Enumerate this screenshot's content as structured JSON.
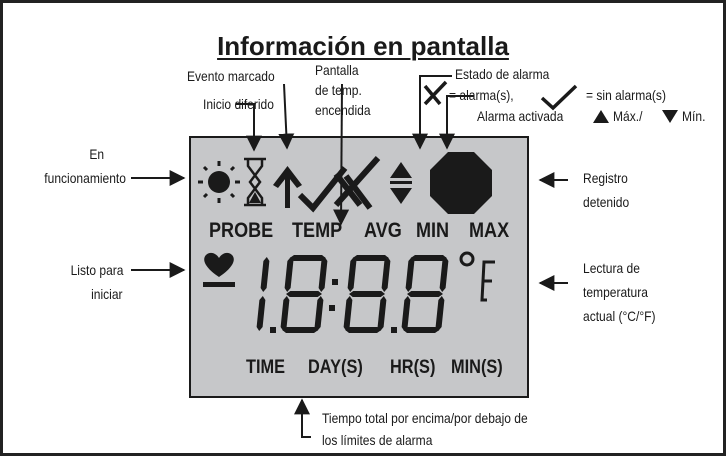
{
  "title": "Información en pantalla",
  "labels": {
    "evento_marcado": "Evento marcado",
    "inicio_diferido": "Inicio diferido",
    "pantalla_temp": [
      "Pantalla",
      "de temp.",
      "encendida"
    ],
    "estado_alarma": "Estado de alarma",
    "alarma_legend_x": "= alarma(s),",
    "alarma_legend_check": "= sin alarma(s)",
    "alarma_activada": "Alarma activada",
    "max_label": "Máx./",
    "min_label": "Mín.",
    "en_funcionamiento": [
      "En",
      "funcionamiento"
    ],
    "registro_detenido": [
      "Registro",
      "detenido"
    ],
    "listo_para_iniciar": [
      "Listo para",
      "iniciar"
    ],
    "lectura_temperatura": [
      "Lectura de",
      "temperatura",
      "actual (°C/°F)"
    ],
    "tiempo_total": [
      "Tiempo total por encima/por debajo de",
      "los límites de alarma"
    ]
  },
  "lcd": {
    "row1": [
      "PROBE",
      "TEMP",
      "AVG",
      "MIN",
      "MAX"
    ],
    "digits": "1.8:8.8",
    "degree": "°",
    "unit": "F",
    "row2": [
      "TIME",
      "DAY(S)",
      "HR(S)",
      "MIN(S)"
    ]
  },
  "icons": [
    "sun-icon",
    "hourglass-icon",
    "up-arrow-icon",
    "alarm-x-icon",
    "check-icon",
    "up-down-arrows-icon",
    "stop-octagon-icon",
    "heart-icon"
  ],
  "colors": {
    "lcd_background": "#c6c7c9",
    "ink": "#1a1a1a",
    "border": "#222222"
  }
}
